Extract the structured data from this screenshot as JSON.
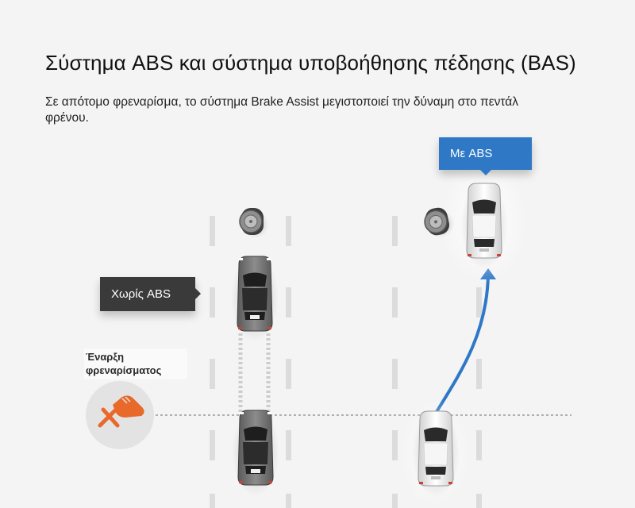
{
  "header": {
    "title": "Σύστημα ABS και σύστημα υποβοήθησης πέδησης (BAS)",
    "description": "Σε απότομο φρεναρίσμα, το σύστημα Brake Assist μεγιστοποιεί την δύναμη στο πεντάλ φρένου."
  },
  "labels": {
    "with_abs": "Με ABS",
    "without_abs": "Χωρίς ABS",
    "braking_start_line1": "Έναρξη",
    "braking_start_line2": "φρεναρίσματος"
  },
  "colors": {
    "accent_blue": "#2e78c6",
    "brake_orange": "#e8692a",
    "dark_callout": "#3a3a3a"
  },
  "icons": {
    "brake_pedal": "brake-pedal-icon",
    "steering_wheel": "steering-wheel-icon"
  }
}
